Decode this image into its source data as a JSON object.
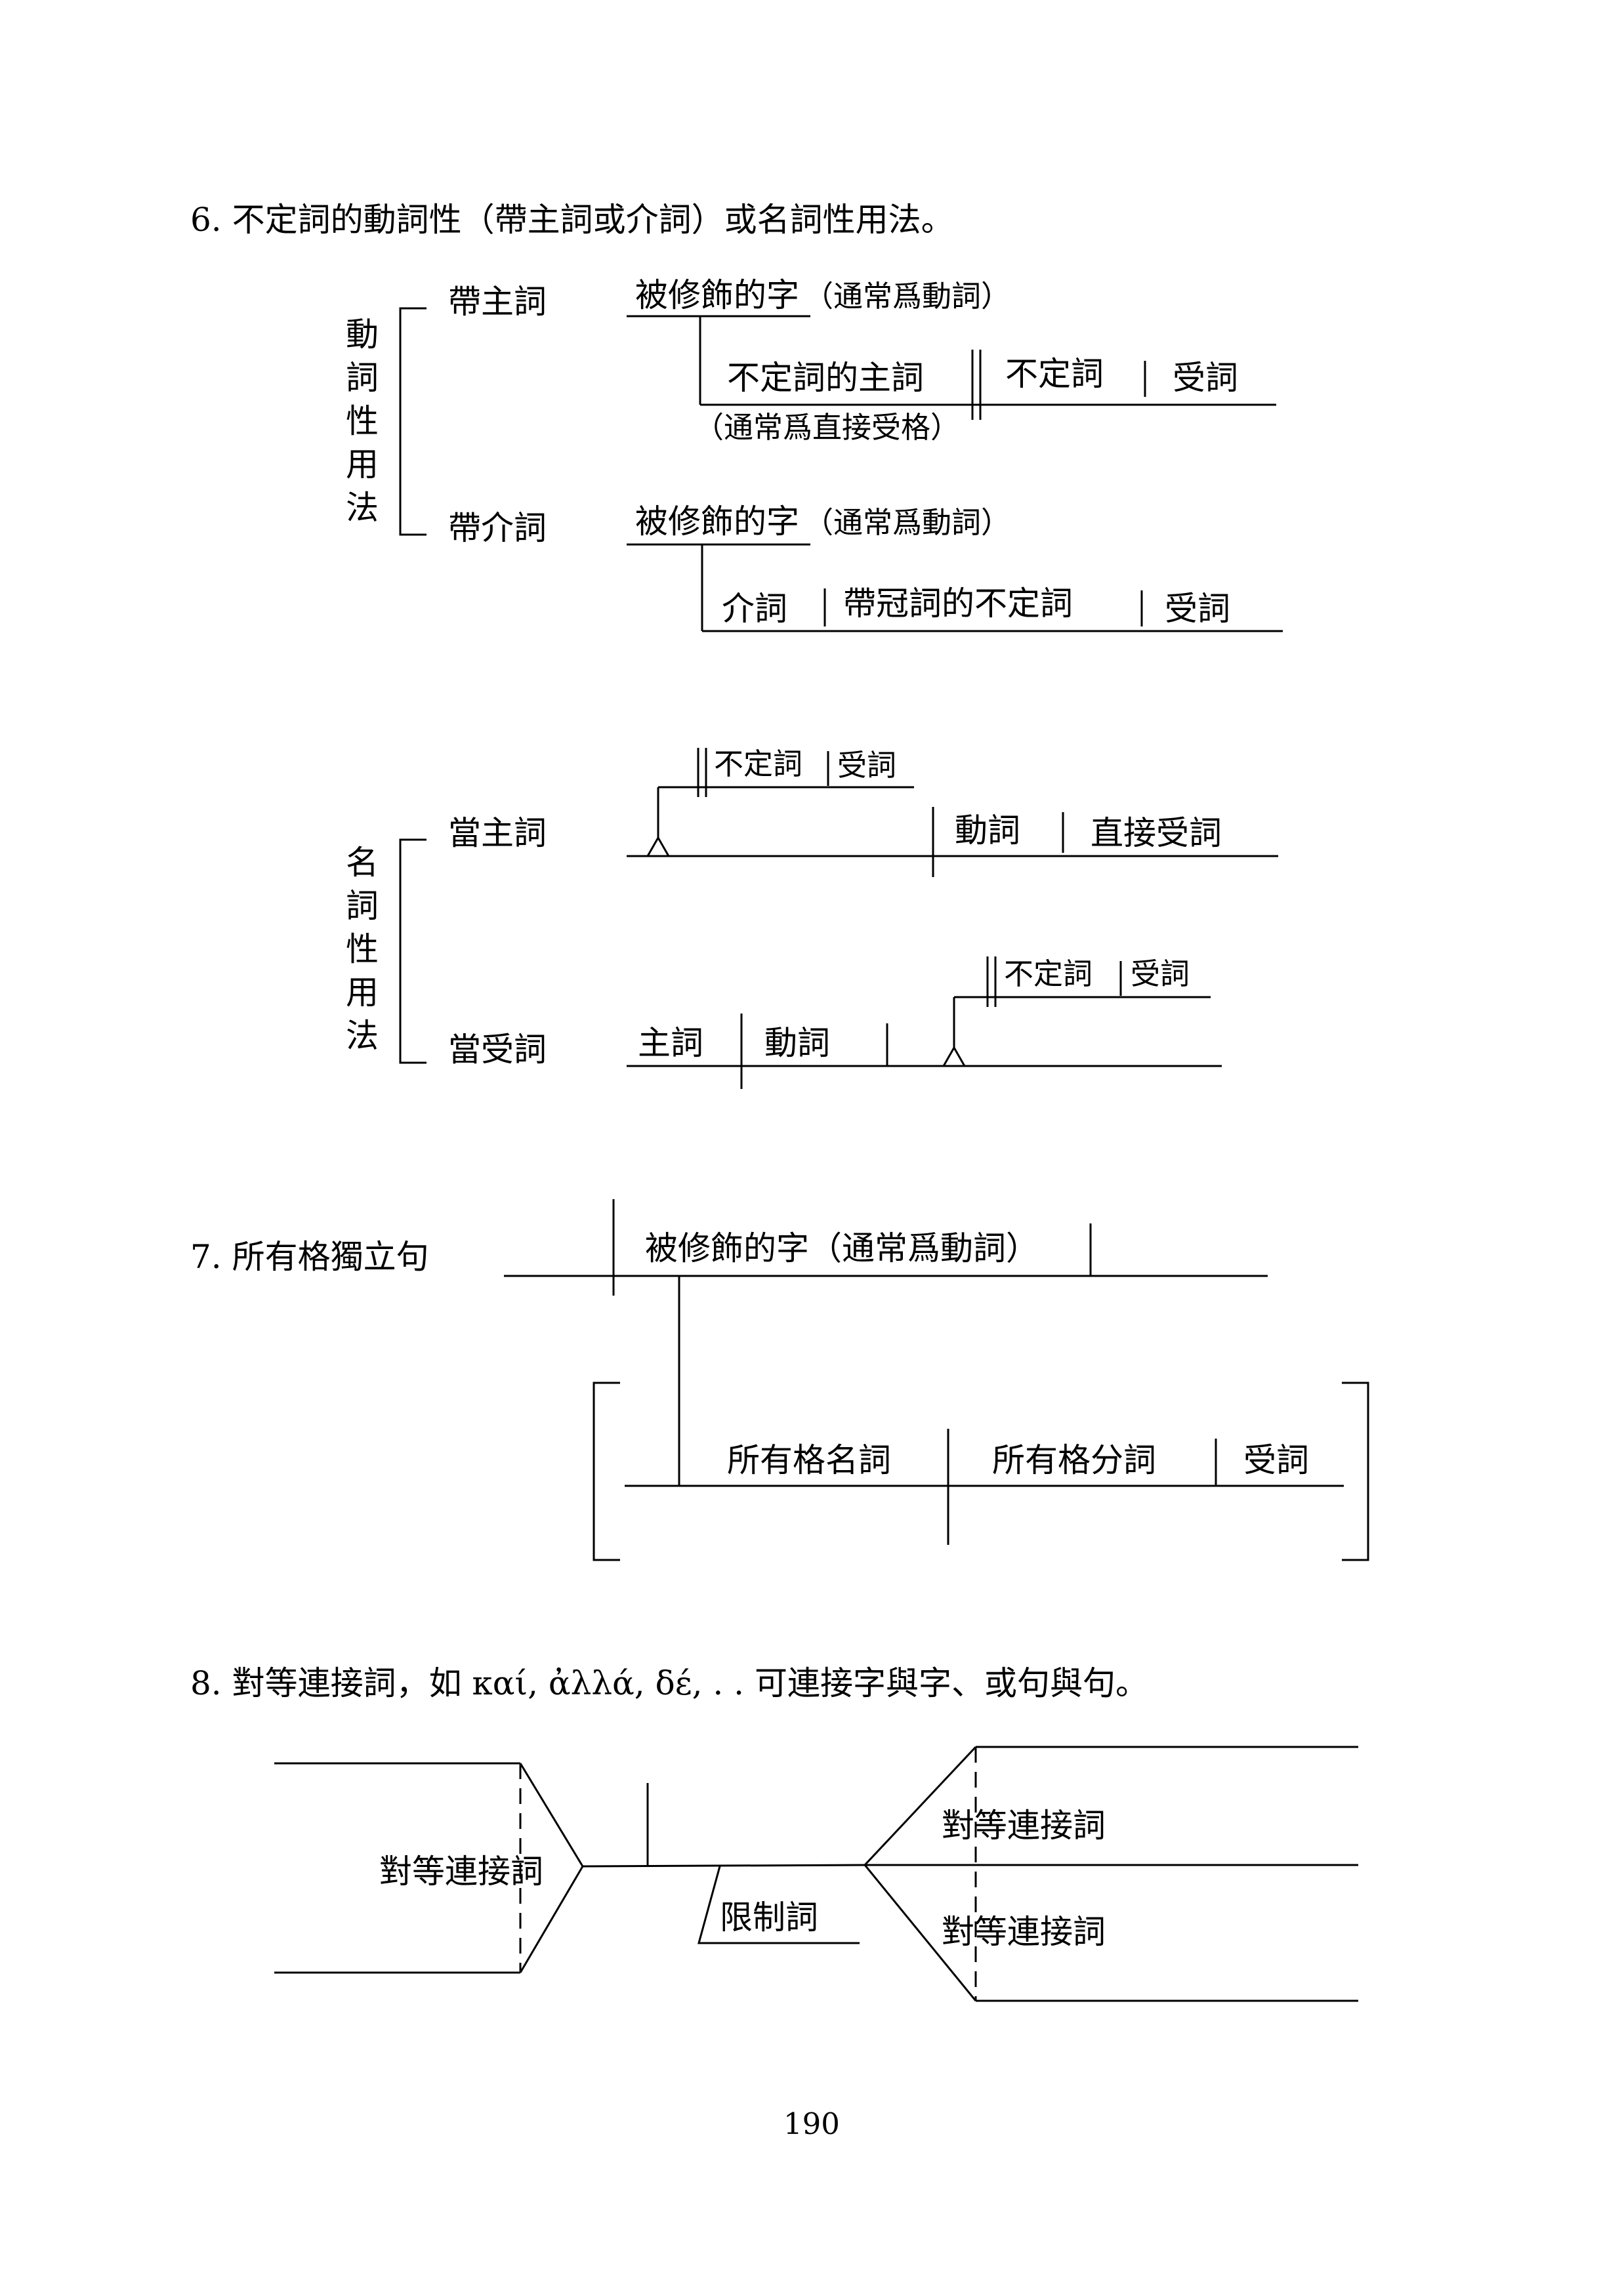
{
  "section6": {
    "heading": "6. 不定詞的動詞性（帶主詞或介詞）或名詞性用法。",
    "verbal_label": [
      "動",
      "詞",
      "性",
      "用",
      "法"
    ],
    "with_subject": "帶主詞",
    "with_subject_modified": "被修飾的字",
    "with_subject_note": "（通常爲動詞）",
    "inf_subject": "不定詞的主詞",
    "inf_subject_note": "（通常爲直接受格）",
    "infinitive_a": "不定詞",
    "object_a": "受詞",
    "with_prep": "帶介詞",
    "with_prep_modified": "被修飾的字",
    "with_prep_note": "（通常爲動詞）",
    "preposition": "介詞",
    "articular_inf": "帶冠詞的不定詞",
    "object_b": "受詞",
    "nominal_label": [
      "名",
      "詞",
      "性",
      "用",
      "法"
    ],
    "as_subject": "當主詞",
    "stilt_inf_a": "不定詞",
    "stilt_obj_a": "受詞",
    "verb_a": "動詞",
    "direct_obj": "直接受詞",
    "as_object": "當受詞",
    "subject_b": "主詞",
    "verb_b": "動詞",
    "stilt_inf_b": "不定詞",
    "stilt_obj_b": "受詞"
  },
  "section7": {
    "heading": "7. 所有格獨立句",
    "modified": "被修飾的字（通常爲動詞）",
    "gen_noun": "所有格名詞",
    "gen_participle": "所有格分詞",
    "object": "受詞"
  },
  "section8": {
    "heading": "8. 對等連接詞，如 καί, ἀλλά, δέ, . . 可連接字與字、或句與句。",
    "conj_left": "對等連接詞",
    "modifier": "限制詞",
    "conj_right_top": "對等連接詞",
    "conj_right_bottom": "對等連接詞"
  },
  "page_number": "190"
}
